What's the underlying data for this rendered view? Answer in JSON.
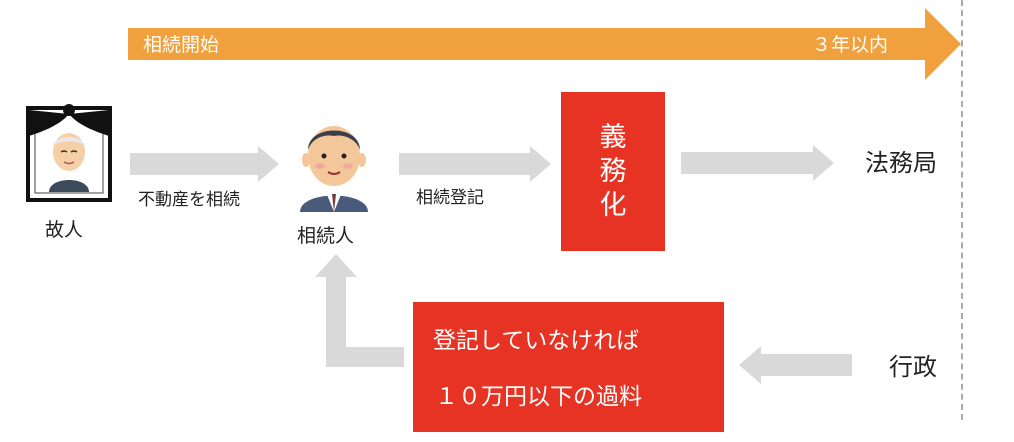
{
  "timeline": {
    "start_label": "相続開始",
    "end_label": "３年以内",
    "color": "#f0a03c"
  },
  "nodes": {
    "deceased": {
      "label": "故人",
      "icon": "memorial-portrait-icon"
    },
    "heir": {
      "label": "相続人",
      "icon": "businessman-icon"
    },
    "legal_bureau": {
      "label": "法務局"
    },
    "government": {
      "label": "行政"
    }
  },
  "edges": {
    "inherit_property": "不動産を相続",
    "inheritance_registration": "相続登記"
  },
  "mandatory": {
    "chars": [
      "義",
      "務",
      "化"
    ],
    "color": "#e63323"
  },
  "penalty": {
    "line1": "登記していなければ",
    "line2": "１０万円以下の過料",
    "color": "#e63323"
  },
  "colors": {
    "arrow_gray": "#d9d9d9",
    "deadline_line": "#aaaaaa"
  }
}
